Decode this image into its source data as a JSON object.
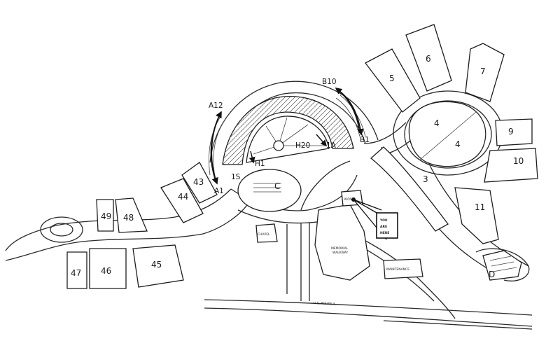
{
  "map": {
    "rows": {
      "a12": "A12",
      "b10": "B10",
      "b1": "B1",
      "h1": "H1",
      "h20": "H20",
      "one_a": "1A",
      "one_s": "1S",
      "a1": "A1"
    },
    "buildings": {
      "b3": "3",
      "b4a": "4",
      "b4b": "4",
      "b5": "5",
      "b6": "6",
      "b7": "7",
      "b9": "9",
      "b10": "10",
      "b11": "11",
      "b43": "43",
      "b44": "44",
      "b45": "45",
      "b46": "46",
      "b47": "47",
      "b48": "48",
      "b49": "49",
      "c": "C",
      "d": "D"
    },
    "small_labels": {
      "chapel": "CHAPEL",
      "memorial": "MEMORIAL",
      "walkway": "WALKWAY",
      "maintenance": "MAINTENANCE",
      "kiosk": "KIOSK",
      "route": "U.S. ROUTE 3"
    },
    "you_are_here": [
      "YOU",
      "ARE",
      "HERE"
    ]
  }
}
